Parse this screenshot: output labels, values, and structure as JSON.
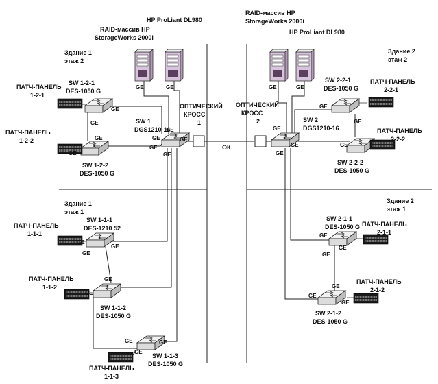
{
  "building1": {
    "floor2": {
      "title": "Здание 1",
      "floor": "этаж 2"
    },
    "floor1": {
      "title": "Здание 1",
      "floor": "этаж 1"
    }
  },
  "building2": {
    "floor2": {
      "title": "Здание 2",
      "floor": "этаж 2"
    },
    "floor1": {
      "title": "Здание 2",
      "floor": "этаж 1"
    }
  },
  "servers": {
    "left_raid_line1": "RAID-массив HP",
    "left_raid_line2": "StorageWorks 2000i",
    "left_proliant": "HP ProLiant DL980",
    "right_raid_line1": "RAID-массив HP",
    "right_raid_line2": "StorageWorks 2000i",
    "right_proliant": "HP ProLiant DL980"
  },
  "cross": {
    "left_line1": "ОПТИЧЕСКИЙ",
    "left_line2": "КРОСС",
    "left_line3": "1",
    "right_line1": "ОПТИЧЕСКИЙ",
    "right_line2": "КРОСС",
    "right_line3": "2",
    "link": "ОК"
  },
  "switches": {
    "sw1_name": "SW 1",
    "sw1_model": "DGS1210-16",
    "sw2_name": "SW 2",
    "sw2_model": "DGS1210-16",
    "sw121_name": "SW 1-2-1",
    "sw121_model": "DES-1050 G",
    "sw122_name": "SW 1-2-2",
    "sw122_model": "DES-1050 G",
    "sw221_name": "SW 2-2-1",
    "sw221_model": "DES-1050 G",
    "sw222_name": "SW 2-2-2",
    "sw222_model": "DES-1050 G",
    "sw111_name": "SW 1-1-1",
    "sw111_model": "DES-1210 52",
    "sw112_name": "SW 1-1-2",
    "sw112_model": "DES-1050 G",
    "sw113_name": "SW 1-1-3",
    "sw113_model": "DES-1050 G",
    "sw211_name": "SW 2-1-1",
    "sw211_model": "DES-1050 G",
    "sw212_name": "SW 2-1-2",
    "sw212_model": "DES-1050 G"
  },
  "patch": {
    "p121": "ПАТЧ-ПАНЕЛЬ",
    "p121_id": "1-2-1",
    "p122": "ПАТЧ-ПАНЕЛЬ",
    "p122_id": "1-2-2",
    "p221": "ПАТЧ-ПАНЕЛЬ",
    "p221_id": "2-2-1",
    "p222": "ПАТЧ-ПАНЕЛЬ",
    "p222_id": "2-2-2",
    "p111": "ПАТЧ-ПАНЕЛЬ",
    "p111_id": "1-1-1",
    "p112": "ПАТЧ-ПАНЕЛЬ",
    "p112_id": "1-1-2",
    "p113": "ПАТЧ-ПАНЕЛЬ",
    "p113_id": "1-1-3",
    "p211": "ПАТЧ-ПАНЕЛЬ",
    "p211_id": "2-1-1",
    "p212": "ПАТЧ-ПАНЕЛЬ",
    "p212_id": "2-1-2"
  },
  "port": "GE"
}
